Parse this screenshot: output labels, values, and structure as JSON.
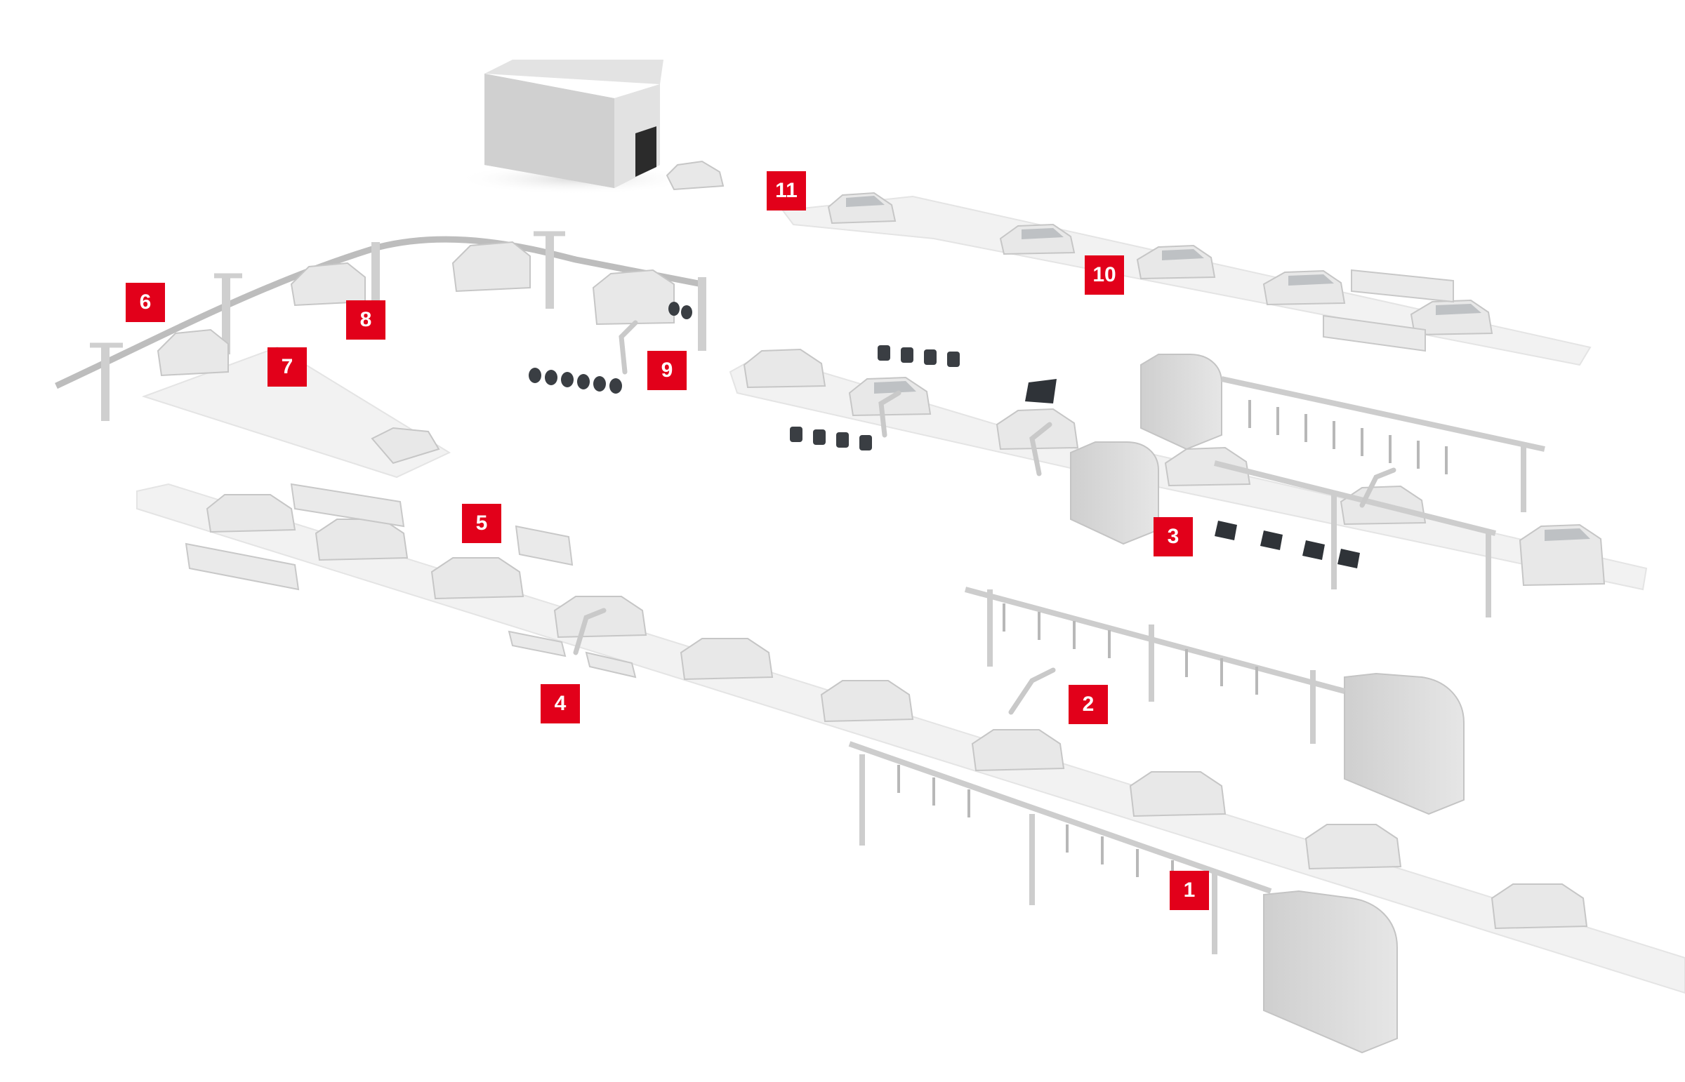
{
  "colors": {
    "marker": "#e2001a",
    "marker_text": "#ffffff",
    "floor": "#f1f1f1",
    "floor_edge": "#e2e2e2",
    "equipment": "#d9d9d9",
    "equipment_dark": "#b9b9b9",
    "equipment_light": "#eeeeee",
    "glass": "#3a3f45"
  },
  "markers": [
    {
      "id": "1",
      "label": "1"
    },
    {
      "id": "2",
      "label": "2"
    },
    {
      "id": "3",
      "label": "3"
    },
    {
      "id": "4",
      "label": "4"
    },
    {
      "id": "5",
      "label": "5"
    },
    {
      "id": "6",
      "label": "6"
    },
    {
      "id": "7",
      "label": "7"
    },
    {
      "id": "8",
      "label": "8"
    },
    {
      "id": "9",
      "label": "9"
    },
    {
      "id": "10",
      "label": "10"
    },
    {
      "id": "11",
      "label": "11"
    }
  ]
}
